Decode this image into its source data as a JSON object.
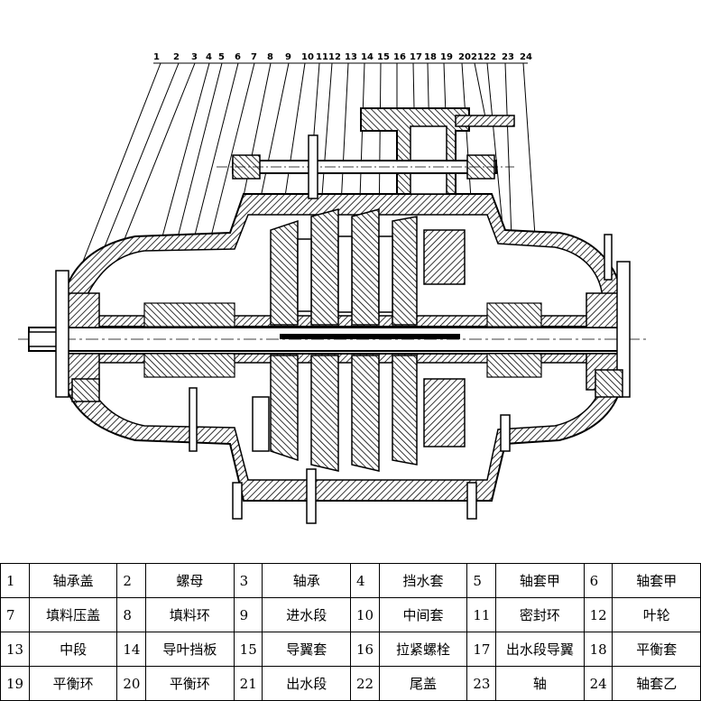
{
  "callouts": [
    "1",
    "2",
    "3",
    "4",
    "5",
    "6",
    "7",
    "8",
    "9",
    "10",
    "11",
    "12",
    "13",
    "14",
    "15",
    "16",
    "17",
    "18",
    "19",
    "20",
    "21",
    "22",
    "23",
    "24"
  ],
  "legend_rows": [
    [
      {
        "num": "1",
        "name": "轴承盖"
      },
      {
        "num": "2",
        "name": "螺母"
      },
      {
        "num": "3",
        "name": "轴承"
      },
      {
        "num": "4",
        "name": "挡水套"
      },
      {
        "num": "5",
        "name": "轴套甲"
      },
      {
        "num": "6",
        "name": "轴套甲"
      }
    ],
    [
      {
        "num": "7",
        "name": "填料压盖"
      },
      {
        "num": "8",
        "name": "填料环"
      },
      {
        "num": "9",
        "name": "进水段"
      },
      {
        "num": "10",
        "name": "中间套"
      },
      {
        "num": "11",
        "name": "密封环"
      },
      {
        "num": "12",
        "name": "叶轮"
      }
    ],
    [
      {
        "num": "13",
        "name": "中段"
      },
      {
        "num": "14",
        "name": "导叶挡板"
      },
      {
        "num": "15",
        "name": "导翼套"
      },
      {
        "num": "16",
        "name": "拉紧螺栓"
      },
      {
        "num": "17",
        "name": "出水段导翼"
      },
      {
        "num": "18",
        "name": "平衡套"
      }
    ],
    [
      {
        "num": "19",
        "name": "平衡环"
      },
      {
        "num": "20",
        "name": "平衡环"
      },
      {
        "num": "21",
        "name": "出水段"
      },
      {
        "num": "22",
        "name": "尾盖"
      },
      {
        "num": "23",
        "name": "轴"
      },
      {
        "num": "24",
        "name": "轴套乙"
      }
    ]
  ]
}
